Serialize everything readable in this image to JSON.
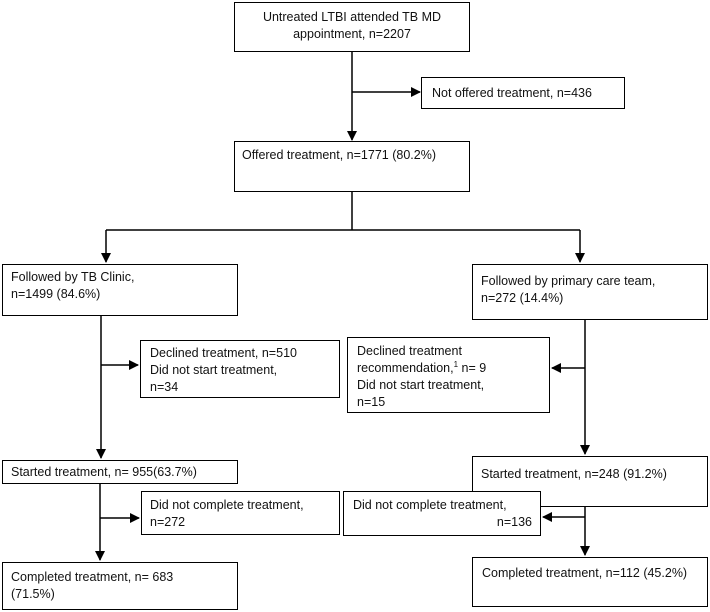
{
  "boxes": {
    "attended": {
      "line1": "Untreated LTBI attended TB MD",
      "line2": "appointment, n=2207"
    },
    "not_offered": {
      "line1": "Not offered treatment, n=436"
    },
    "offered": {
      "line1": "Offered treatment, n=1771 (80.2%)"
    },
    "tb_clinic": {
      "line1": "Followed by TB Clinic,",
      "line2": "n=1499 (84.6%)"
    },
    "primary_care": {
      "line1": "Followed by primary care team,",
      "line2": "n=272 (14.4%)"
    },
    "tb_declined": {
      "line1": "Declined treatment, n=510",
      "line2": "Did not start treatment,",
      "line3": "n=34"
    },
    "pc_declined": {
      "line1a": "Declined treatment",
      "line2a": "recommendation,",
      "sup": "1",
      "line2b": " n= 9",
      "line3": "Did not start treatment,",
      "line4": "n=15"
    },
    "tb_started": {
      "line1": "Started treatment, n= 955(63.7%)"
    },
    "pc_started": {
      "line1": "Started treatment, n=248 (91.2%)"
    },
    "tb_not_complete": {
      "line1": "Did not complete treatment,",
      "line2": "n=272"
    },
    "pc_not_complete": {
      "line1": "Did not complete treatment,",
      "line2": "n=136"
    },
    "tb_completed": {
      "line1": "Completed treatment, n= 683",
      "line2": "(71.5%)"
    },
    "pc_completed": {
      "line1": "Completed treatment, n=112 (45.2%)"
    }
  }
}
